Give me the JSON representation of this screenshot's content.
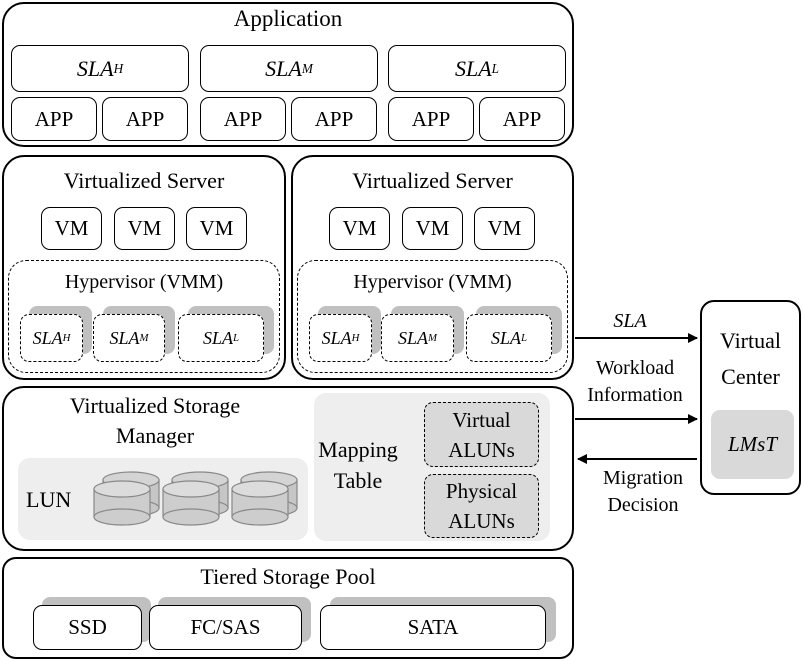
{
  "application": {
    "title": "Application",
    "sla_base": "SLA",
    "sla": [
      "H",
      "M",
      "L"
    ],
    "app_label": "APP"
  },
  "servers": [
    {
      "title": "Virtualized Server",
      "vm_label": "VM",
      "hypervisor": "Hypervisor (VMM)",
      "sla_base": "SLA",
      "sla": [
        "H",
        "M",
        "L"
      ]
    },
    {
      "title": "Virtualized Server",
      "vm_label": "VM",
      "hypervisor": "Hypervisor (VMM)",
      "sla_base": "SLA",
      "sla": [
        "H",
        "M",
        "L"
      ]
    }
  ],
  "storage_manager": {
    "title_line1": "Virtualized Storage",
    "title_line2": "Manager",
    "lun_label": "LUN",
    "mapping_line1": "Mapping",
    "mapping_line2": "Table",
    "virtual_line1": "Virtual",
    "virtual_line2": "ALUNs",
    "physical_line1": "Physical",
    "physical_line2": "ALUNs"
  },
  "storage_pool": {
    "title": "Tiered Storage Pool",
    "tiers": [
      "SSD",
      "FC/SAS",
      "SATA"
    ]
  },
  "virtual_center": {
    "title_line1": "Virtual",
    "title_line2": "Center",
    "lmst": "LMsT"
  },
  "arrows": {
    "sla": "SLA",
    "workload_line1": "Workload",
    "workload_line2": "Information",
    "migration_line1": "Migration",
    "migration_line2": "Decision"
  }
}
